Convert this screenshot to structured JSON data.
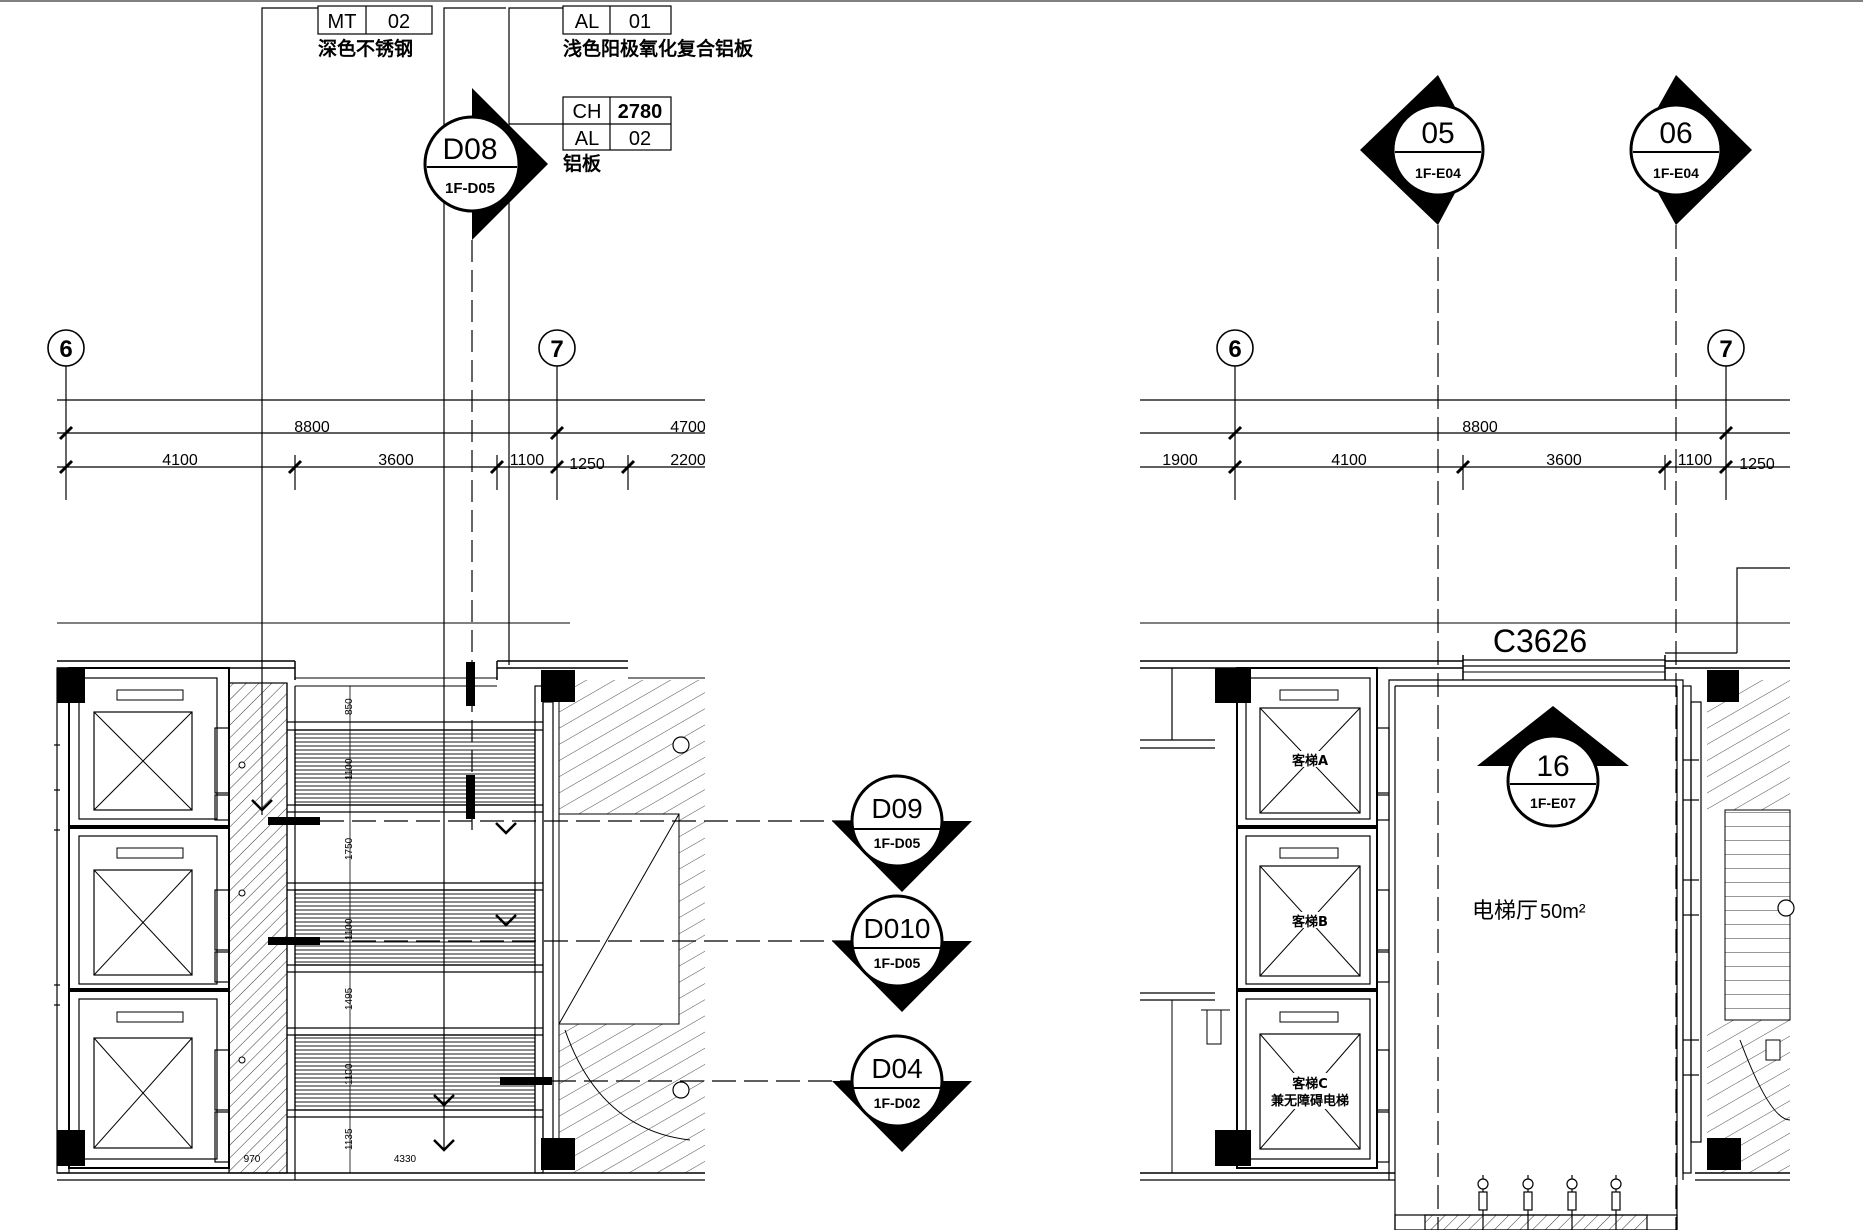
{
  "tags": {
    "mt": [
      "MT",
      "02"
    ],
    "mt_desc": "深色不锈钢",
    "al1": [
      "AL",
      "01"
    ],
    "al1_desc": "浅色阳极氧化复合铝板",
    "ch": [
      "CH",
      "2780"
    ],
    "al2": [
      "AL",
      "02"
    ],
    "al2_desc": "铝板"
  },
  "callouts": {
    "d08": [
      "D08",
      "1F-D05"
    ],
    "d09": [
      "D09",
      "1F-D05"
    ],
    "d010": [
      "D010",
      "1F-D05"
    ],
    "d04": [
      "D04",
      "1F-D02"
    ],
    "e05": [
      "05",
      "1F-E04"
    ],
    "e06": [
      "06",
      "1F-E04"
    ],
    "e16": [
      "16",
      "1F-E07"
    ]
  },
  "grid": {
    "g6": "6",
    "g7": "7"
  },
  "dims_left": {
    "total": "8800",
    "d4100": "4100",
    "d3600": "3600",
    "d1100": "1100",
    "d1250": "1250",
    "d4700": "4700",
    "d2200": "2200"
  },
  "dims_right": {
    "total": "8800",
    "d1900": "1900",
    "d4100": "4100",
    "d3600": "3600",
    "d1100": "1100",
    "d1250": "1250"
  },
  "vert_dims": [
    "850",
    "1100",
    "1750",
    "1100",
    "1495",
    "1100",
    "1135"
  ],
  "small_dims": {
    "d970": "970",
    "d4330": "4330"
  },
  "window": "C3626",
  "elevators": {
    "a": "客梯A",
    "b": "客梯B",
    "c1": "客梯C",
    "c2": "兼无障碍电梯"
  },
  "room": {
    "name": "电梯厅",
    "area": "50m²"
  }
}
